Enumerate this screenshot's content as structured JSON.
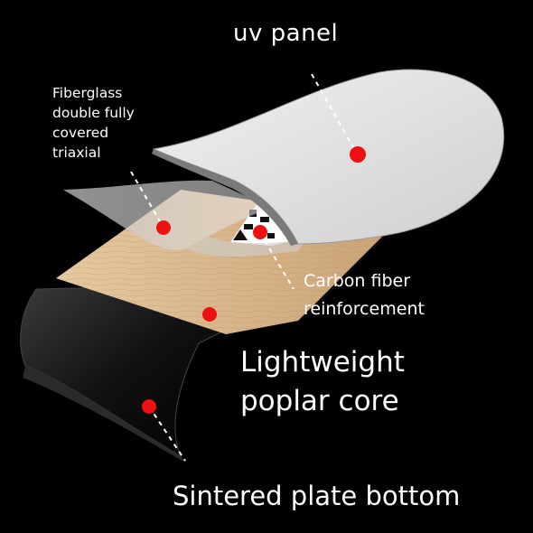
{
  "diagram": {
    "labels": {
      "uv_panel": "uv panel",
      "fiberglass": [
        "Fiberglass",
        "double fully",
        "covered",
        "triaxial"
      ],
      "carbon_fiber": [
        "Carbon fiber",
        "reinforcement"
      ],
      "poplar_core": [
        "Lightweight",
        "poplar core"
      ],
      "sintered_bottom": "Sintered plate bottom"
    },
    "colors": {
      "background": "#000000",
      "label_text": "#ffffff",
      "marker_dot": "#ee1111",
      "leader_line": "#ffffff",
      "uv_panel": "#e6e6e6",
      "fiberglass_sheet": "#d8d8d8",
      "poplar_core": "#d9b98e",
      "base_black": "#1a1a1a"
    },
    "layers": [
      "uv-panel",
      "fiberglass-sheet",
      "carbon-fiber",
      "poplar-core",
      "sintered-base"
    ]
  }
}
